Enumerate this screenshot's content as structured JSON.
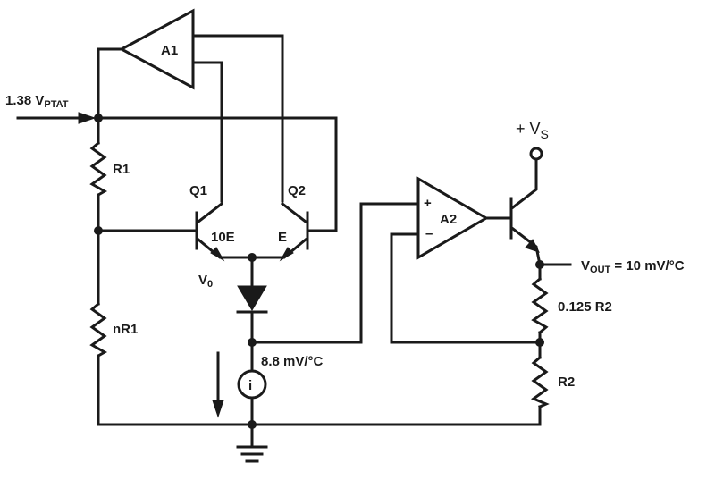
{
  "circuit": {
    "input_label": {
      "main": "1.38 V",
      "sub": "PTAT"
    },
    "amp_a1": "A1",
    "amp_a2": "A2",
    "amp_a2_plus": "+",
    "amp_a2_minus": "–",
    "q1": "Q1",
    "q2": "Q2",
    "q1_emitter": "10E",
    "q2_emitter": "E",
    "v0": {
      "main": "V",
      "sub": "0"
    },
    "r1": "R1",
    "nr1": "nR1",
    "diode_node": "8.8 mV/°C",
    "current_source": "i",
    "supply": {
      "main": "+ V",
      "sub": "S"
    },
    "vout": {
      "main": "V",
      "sub": "OUT",
      "rest": " = 10 mV/°C"
    },
    "r_top": "0.125 R2",
    "r_bottom": "R2"
  }
}
